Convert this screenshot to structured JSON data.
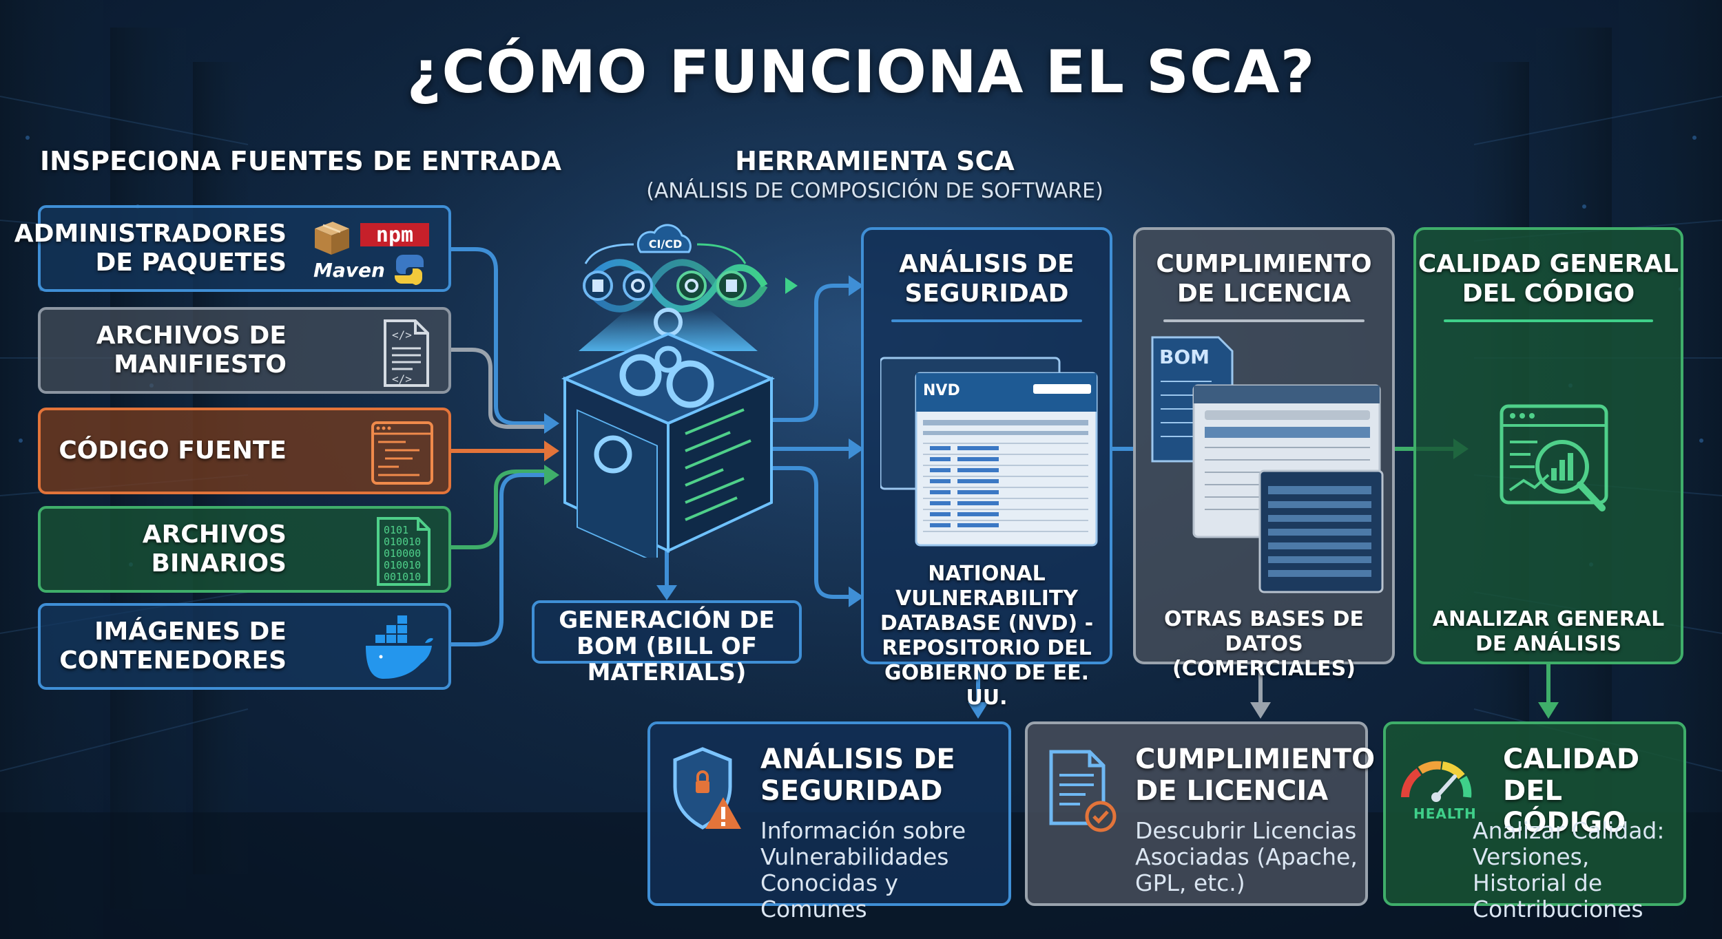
{
  "title": "¿CÓMO FUNCIONA EL SCA?",
  "inputs": {
    "heading": "INSPECIONA FUENTES DE ENTRADA",
    "items": [
      {
        "label": "ADMINISTRADORES DE PAQUETES",
        "logos": [
          "npm",
          "Maven"
        ],
        "icons": [
          "package-box-icon",
          "python-icon"
        ],
        "color": "#3f8fd6"
      },
      {
        "label": "ARCHIVOS DE MANIFIESTO",
        "icon": "manifest-file-icon",
        "color": "#9aa3ad"
      },
      {
        "label": "CÓDIGO FUENTE",
        "icon": "code-window-icon",
        "color": "#e3743a"
      },
      {
        "label": "ARCHIVOS BINARIOS",
        "icon": "binary-file-icon",
        "binary": [
          "0101",
          "010010",
          "010000",
          "010010",
          "001010"
        ],
        "color": "#3fae6a"
      },
      {
        "label": "IMÁGENES DE CONTENEDORES",
        "icon": "docker-icon",
        "color": "#3f8fd6"
      }
    ]
  },
  "tool": {
    "heading": "HERRAMIENTA SCA",
    "subheading": "(ANÁLISIS DE COMPOSICIÓN DE SOFTWARE)",
    "cicd_label": "CI/CD",
    "bom_label": "GENERACIÓN DE BOM (BILL OF MATERIALS)"
  },
  "columns": [
    {
      "title": "ANÁLISIS DE SEGURIDAD",
      "footer": "NATIONAL VULNERABILITY DATABASE (NVD) - REPOSITORIO DEL GOBIERNO DE EE. UU.",
      "color": "#3f8fd6",
      "screen_label": "NVD"
    },
    {
      "title": "CUMPLIMIENTO DE LICENCIA",
      "footer": "OTRAS BASES DE DATOS (COMERCIALES)",
      "color": "#9aa3ad",
      "screen_label": "BOM"
    },
    {
      "title": "CALIDAD GENERAL DEL CÓDIGO",
      "footer": "ANALIZAR GENERAL DE ANÁLISIS",
      "color": "#3fae6a"
    }
  ],
  "outputs": [
    {
      "title": "ANÁLISIS DE SEGURIDAD",
      "desc": "Información sobre Vulnerabilidades Conocidas y Comunes",
      "icon": "shield-alert-icon",
      "color": "#3f8fd6"
    },
    {
      "title": "CUMPLIMIENTO DE LICENCIA",
      "desc": "Descubrir Licencias Asociadas (Apache, GPL, etc.)",
      "icon": "license-document-icon",
      "color": "#9aa3ad"
    },
    {
      "title": "CALIDAD DEL CÓDIGO",
      "desc": "Analizar Calidad: Versiones, Historial de Contribuciones",
      "icon": "health-gauge-icon",
      "gauge_label": "HEALTH",
      "color": "#3fae6a"
    }
  ]
}
